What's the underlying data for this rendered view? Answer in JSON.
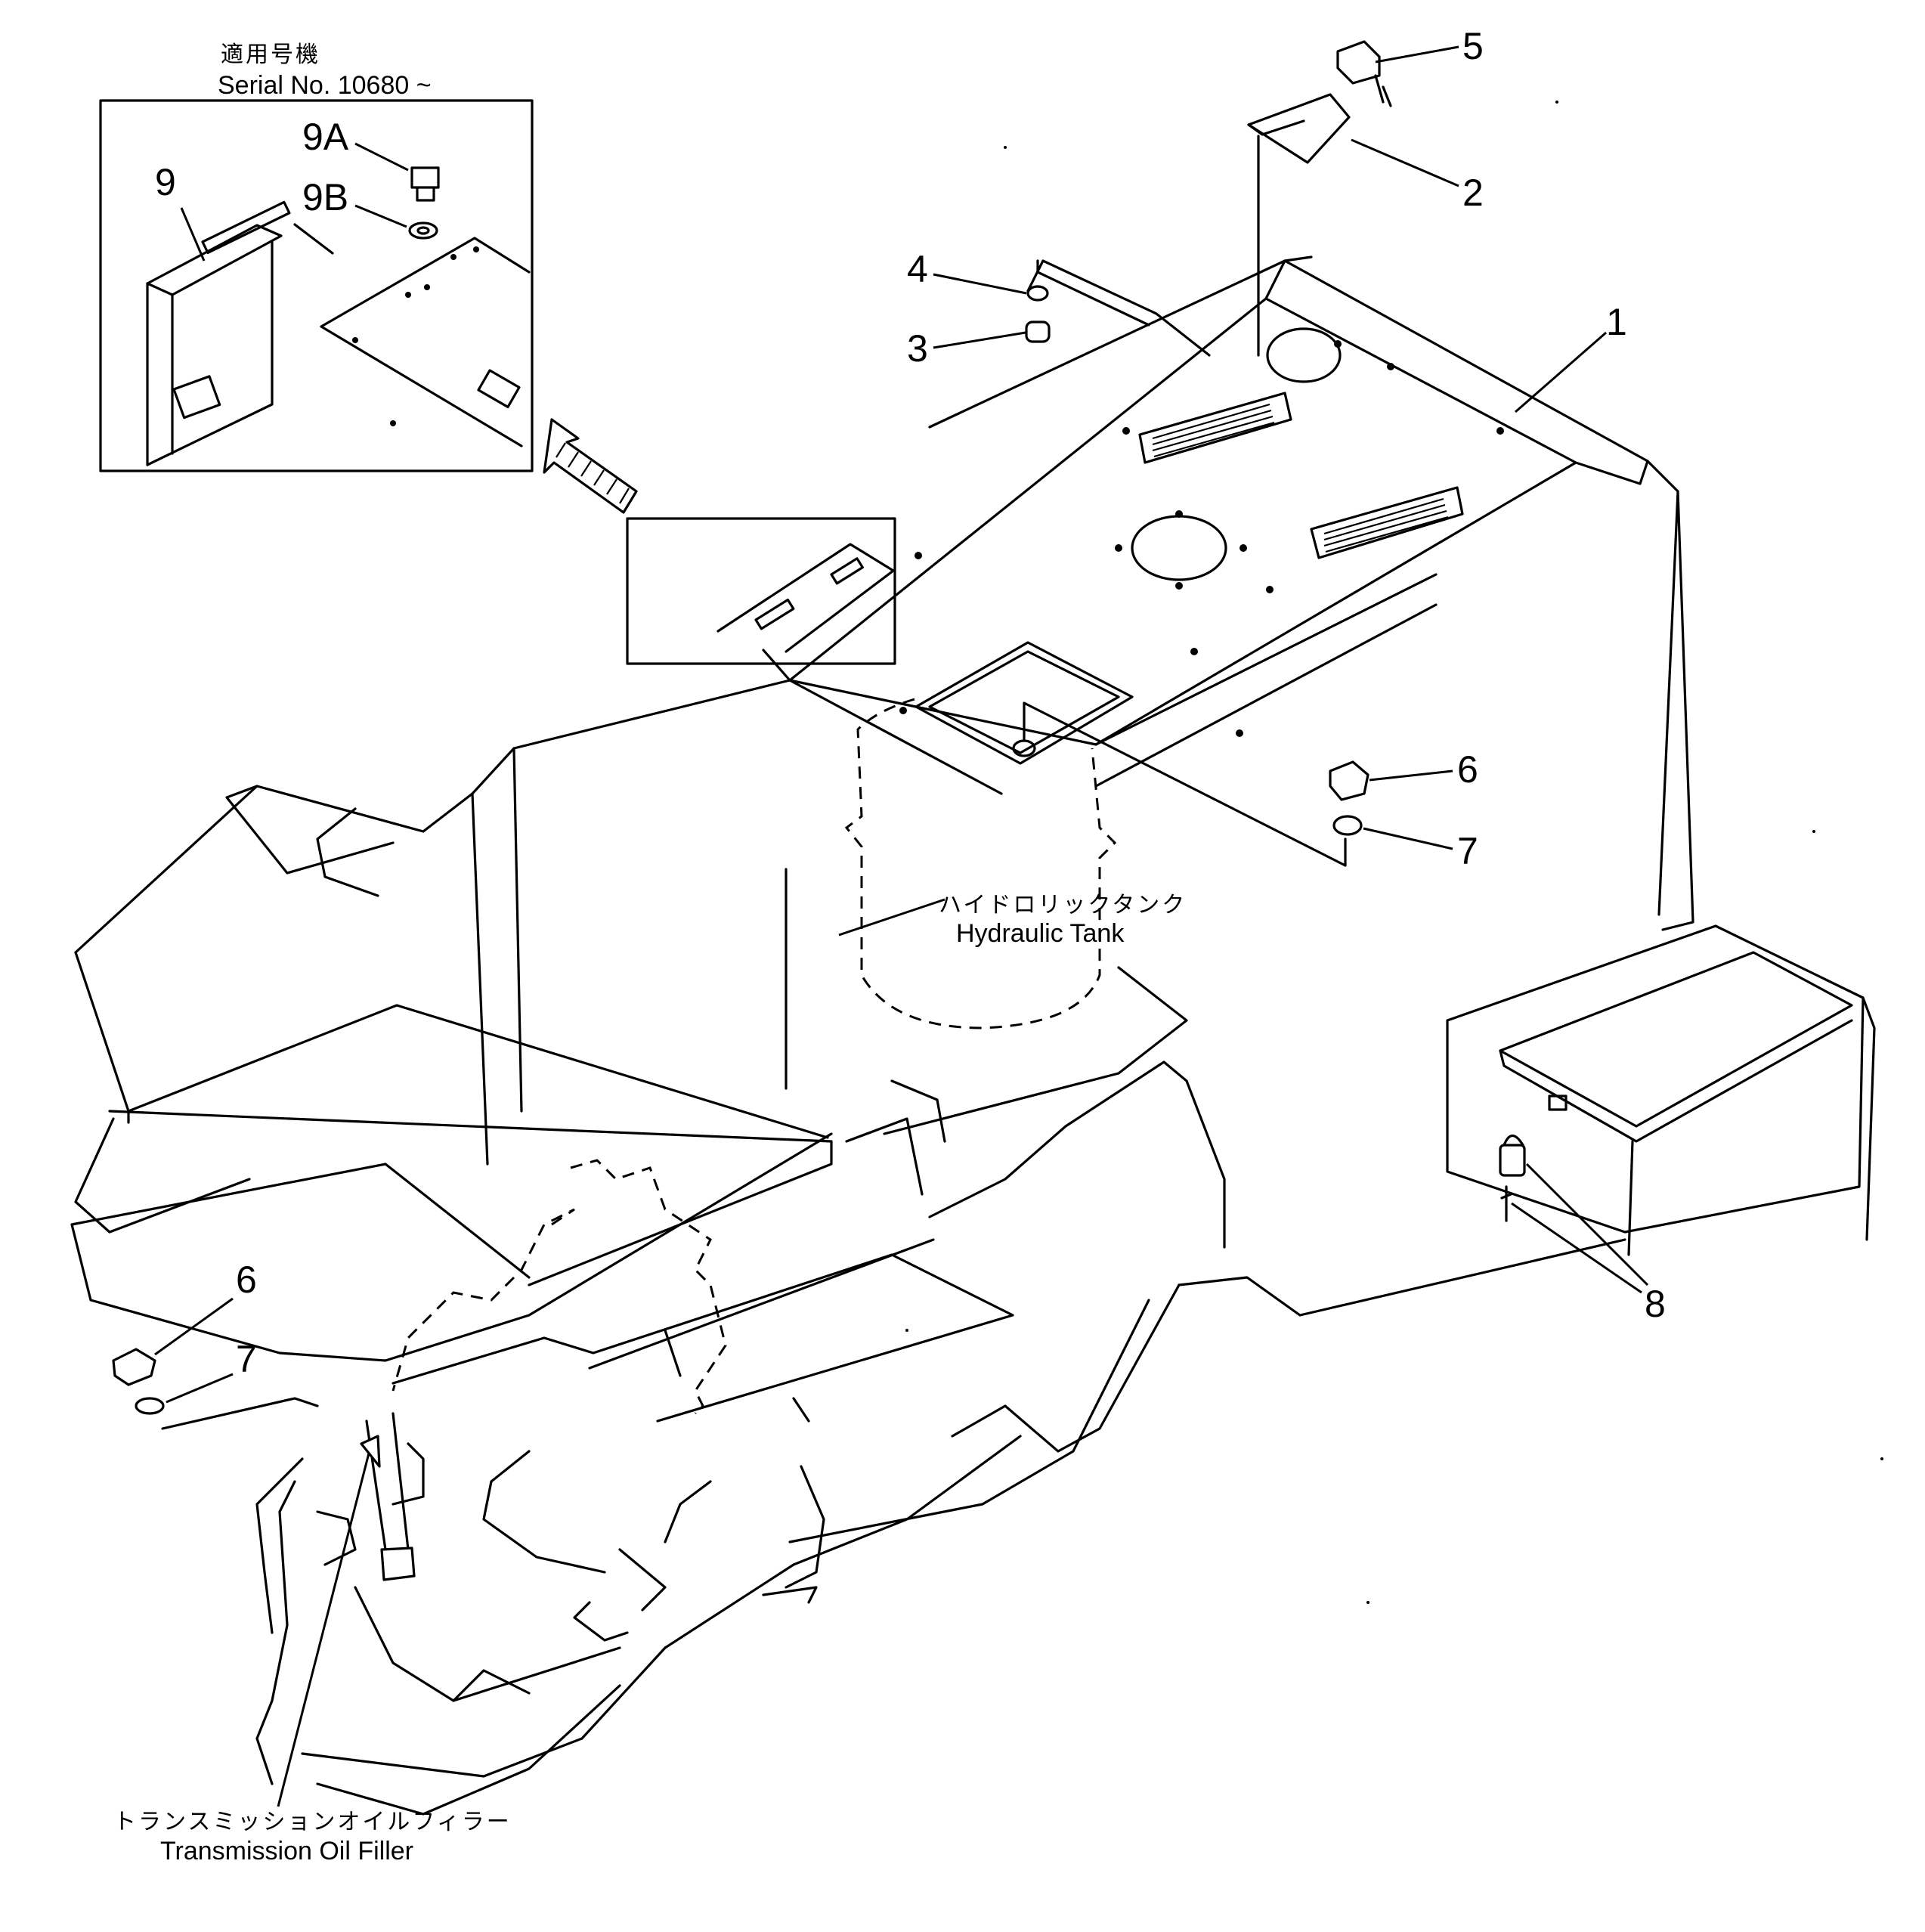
{
  "inset": {
    "caption_jp": "適用号機",
    "caption_en": "Serial No. 10680 ~"
  },
  "callouts": {
    "c1": "1",
    "c2": "2",
    "c3": "3",
    "c4": "4",
    "c5": "5",
    "c6_right": "6",
    "c7_right": "7",
    "c8": "8",
    "c9": "9",
    "c9a": "9A",
    "c9b": "9B",
    "c6_left": "6",
    "c7_left": "7"
  },
  "labels": {
    "hydraulic_tank_jp": "ハイドロリックタンク",
    "hydraulic_tank_en": "Hydraulic Tank",
    "transmission_jp": "トランスミッションオイルフィラー",
    "transmission_en": "Transmission Oil Filler"
  }
}
